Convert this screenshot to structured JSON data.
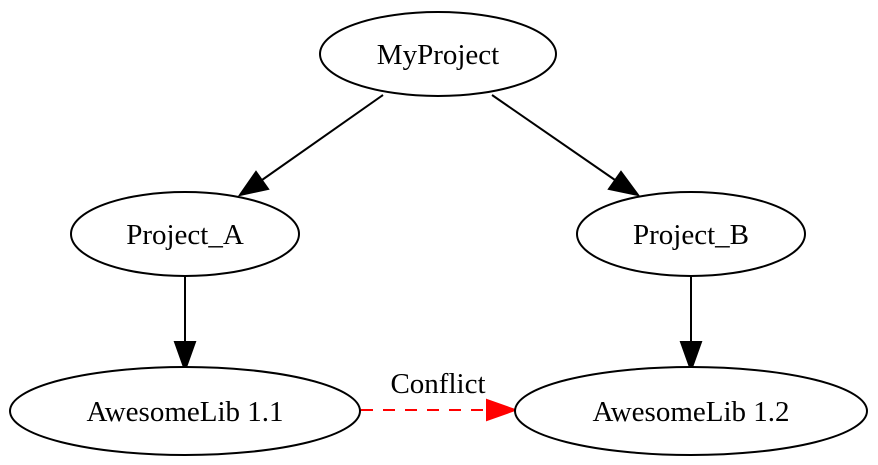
{
  "diagram": {
    "nodes": {
      "myproject": {
        "label": "MyProject"
      },
      "project_a": {
        "label": "Project_A"
      },
      "project_b": {
        "label": "Project_B"
      },
      "awesomelib_11": {
        "label": "AwesomeLib 1.1"
      },
      "awesomelib_12": {
        "label": "AwesomeLib 1.2"
      }
    },
    "edges": [
      {
        "from": "MyProject",
        "to": "Project_A",
        "style": "solid",
        "color": "#000000"
      },
      {
        "from": "MyProject",
        "to": "Project_B",
        "style": "solid",
        "color": "#000000"
      },
      {
        "from": "Project_A",
        "to": "AwesomeLib 1.1",
        "style": "solid",
        "color": "#000000"
      },
      {
        "from": "Project_B",
        "to": "AwesomeLib 1.2",
        "style": "solid",
        "color": "#000000"
      },
      {
        "from": "AwesomeLib 1.1",
        "to": "AwesomeLib 1.2",
        "style": "dashed",
        "color": "#ff0000",
        "label": "Conflict"
      }
    ],
    "colors": {
      "default": "#000000",
      "conflict": "#ff0000",
      "background": "#ffffff"
    }
  }
}
